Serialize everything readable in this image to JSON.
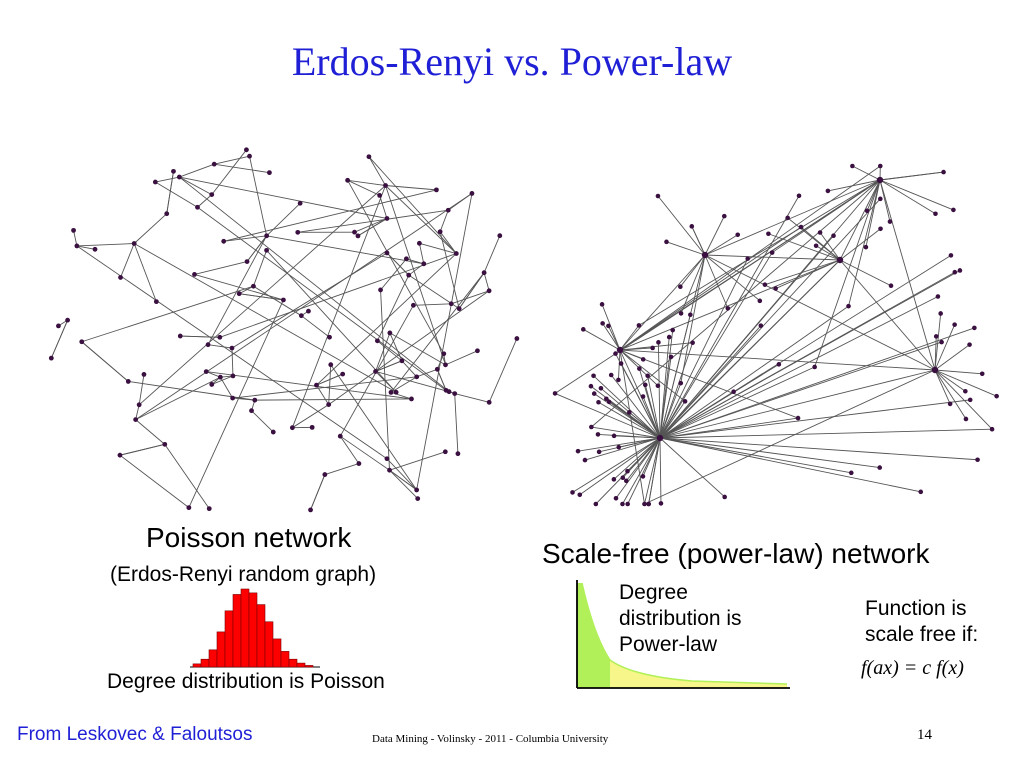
{
  "slide": {
    "title": "Erdos-Renyi vs. Power-law",
    "poisson_title": "Poisson network",
    "poisson_subtitle": "(Erdos-Renyi random graph)",
    "poisson_distribution_caption": "Degree distribution is Poisson",
    "scalefree_title": "Scale-free (power-law) network",
    "scalefree_degree_text": "Degree\ndistribution is\nPower-law",
    "scalefree_function_text": "Function is\nscale free if:",
    "scalefree_formula": "f(ax) = c f(x)",
    "footer_left": "From Leskovec & Faloutsos",
    "footer_center": "Data Mining - Volinsky - 2011 - Columbia University",
    "page_number": "14"
  },
  "colors": {
    "title": "#1f1fd6",
    "histogram_bar": "#ff0000",
    "powerlaw_fill_light": "#f6f68a",
    "powerlaw_fill_green": "#b2f05a",
    "node": "#3a1040",
    "edge": "#555555"
  },
  "poisson_histogram": {
    "values": [
      0.04,
      0.1,
      0.22,
      0.45,
      0.72,
      0.93,
      1.0,
      0.95,
      0.8,
      0.58,
      0.36,
      0.2,
      0.1,
      0.05,
      0.02
    ]
  }
}
